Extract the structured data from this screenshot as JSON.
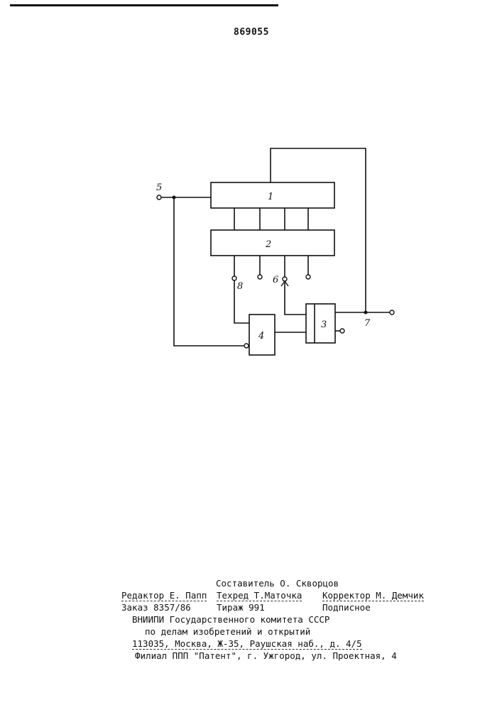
{
  "header": {
    "patent_number": "869055"
  },
  "diagram": {
    "blocks": {
      "b1": "1",
      "b2": "2",
      "b3": "3",
      "b4": "4"
    },
    "terminals": {
      "t5": "5",
      "t6": "6",
      "t7": "7",
      "t8": "8"
    }
  },
  "imprint": {
    "compiler": "Составитель О. Скворцов",
    "editor": "Редактор Е. Папп",
    "techred": "Техред Т.Маточка",
    "corrector": "Корректор М. Демчик",
    "order": "Заказ 8357/86",
    "circulation": "Тираж 991",
    "subscription": "Подписное",
    "org_line1": "ВНИИПИ Государственного комитета СССР",
    "org_line2": "по делам изобретений и открытий",
    "address": "113035, Москва, Ж-35, Раушская наб., д. 4/5",
    "branch": "Филиал ППП \"Патент\", г. Ужгород, ул. Проектная, 4"
  }
}
